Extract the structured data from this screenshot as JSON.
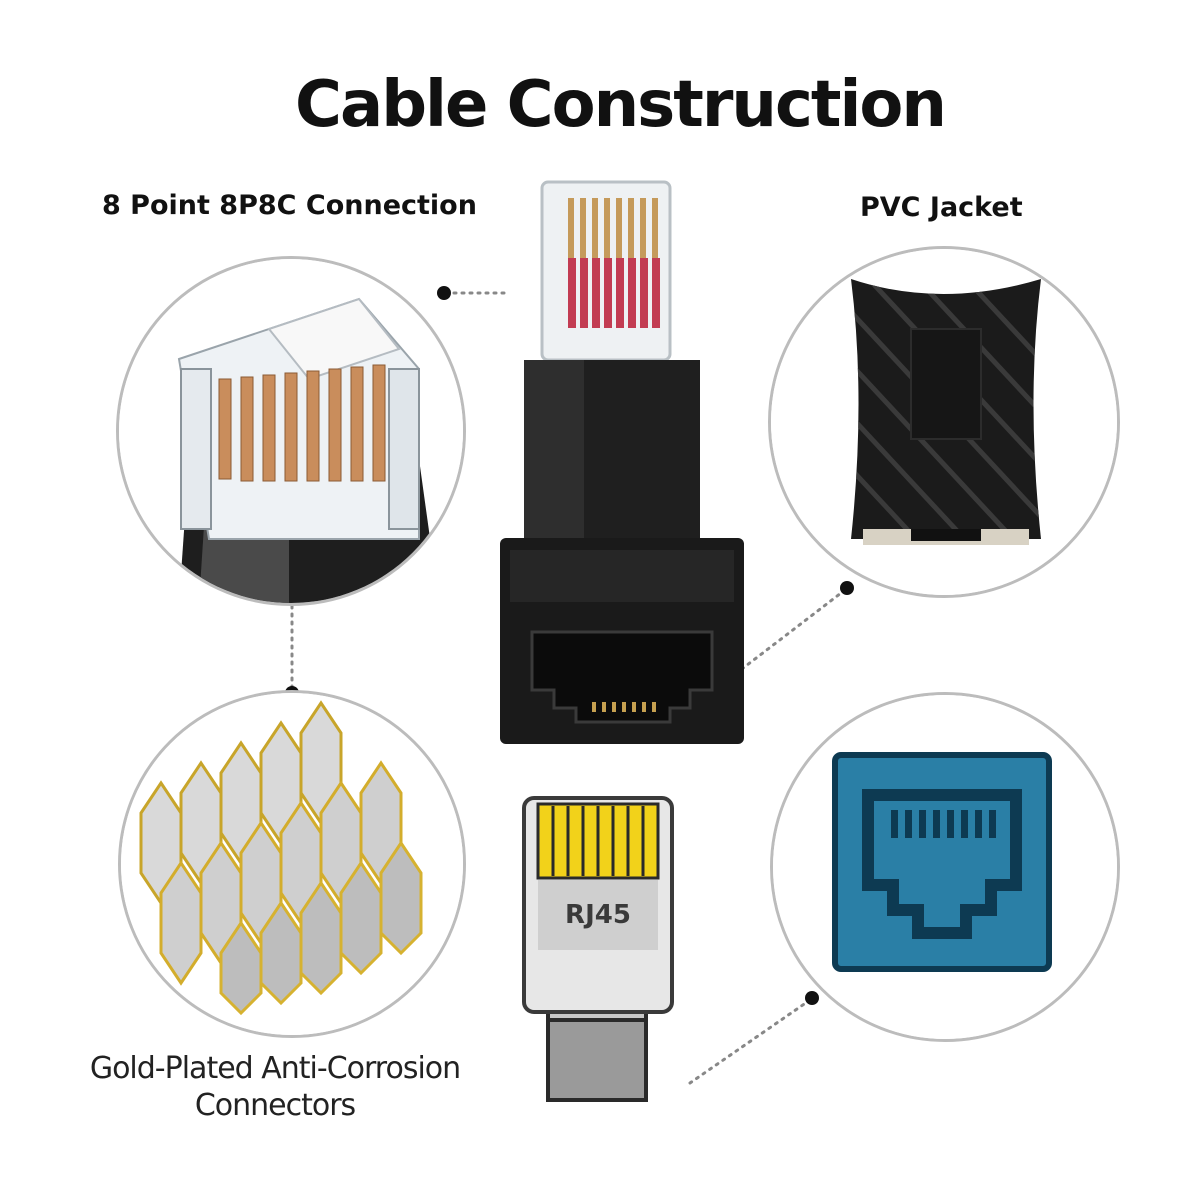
{
  "title": "Cable Construction",
  "labels": {
    "top_left": "8 Point 8P8C Connection",
    "top_right": "PVC Jacket",
    "bottom_left_line1": "Gold-Plated Anti-Corrosion",
    "bottom_left_line2": "Connectors",
    "rj45": "RJ45"
  },
  "colors": {
    "port_blue": "#2a7fa6",
    "port_dark": "#0d3a52",
    "pin_gold": "#f2d21a",
    "jacket_black": "#1b1b1b",
    "ring_gray": "#bcbcbc"
  },
  "icons": {
    "top_left": "rj45-plug-closeup-icon",
    "top_right": "pvc-jacket-texture-icon",
    "bottom_left": "gold-pins-icon",
    "bottom_right": "ethernet-port-icon",
    "center": "right-angle-adapter-icon"
  }
}
